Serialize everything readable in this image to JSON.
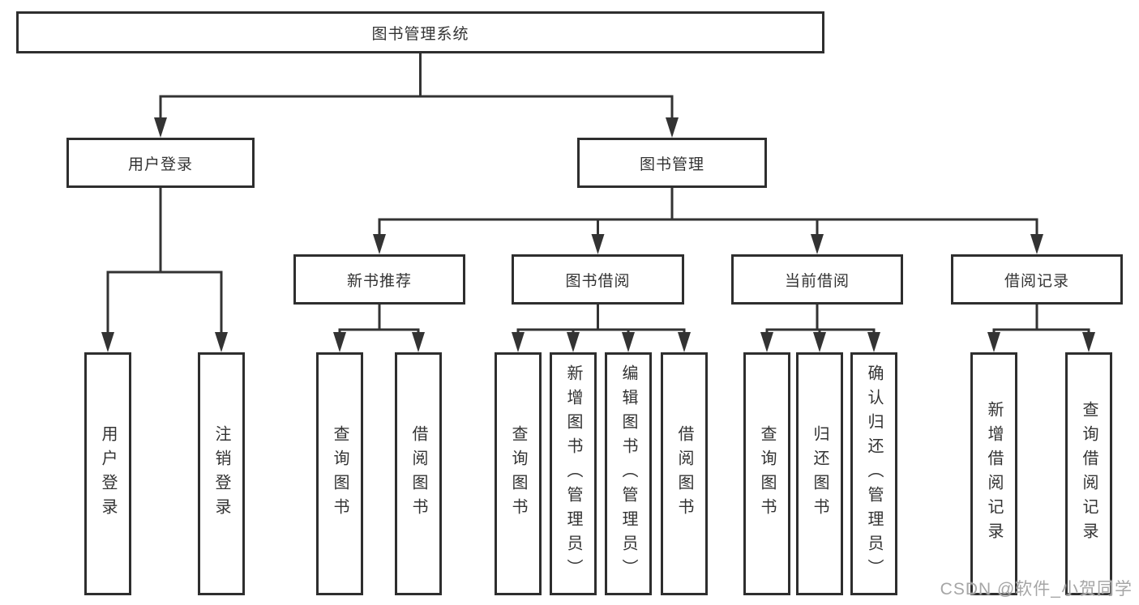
{
  "tree": {
    "label": "图书管理系统",
    "children": [
      {
        "label": "用户登录",
        "children": [
          {
            "label": "用户登录"
          },
          {
            "label": "注销登录"
          }
        ]
      },
      {
        "label": "图书管理",
        "children": [
          {
            "label": "新书推荐",
            "children": [
              {
                "label": "查询图书"
              },
              {
                "label": "借阅图书"
              }
            ]
          },
          {
            "label": "图书借阅",
            "children": [
              {
                "label": "查询图书"
              },
              {
                "label": "新增图书（管理员）"
              },
              {
                "label": "编辑图书（管理员）"
              },
              {
                "label": "借阅图书"
              }
            ]
          },
          {
            "label": "当前借阅",
            "children": [
              {
                "label": "查询图书"
              },
              {
                "label": "归还图书"
              },
              {
                "label": "确认归还（管理员）"
              }
            ]
          },
          {
            "label": "借阅记录",
            "children": [
              {
                "label": "新增借阅记录"
              },
              {
                "label": "查询借阅记录"
              }
            ]
          }
        ]
      }
    ]
  },
  "watermark": {
    "text": "CSDN @软件_小贺同学"
  },
  "colors": {
    "line": "#333333",
    "box_border": "#2e2e2e",
    "text": "#333333",
    "watermark": "#a6a6a6",
    "background": "#ffffff"
  }
}
